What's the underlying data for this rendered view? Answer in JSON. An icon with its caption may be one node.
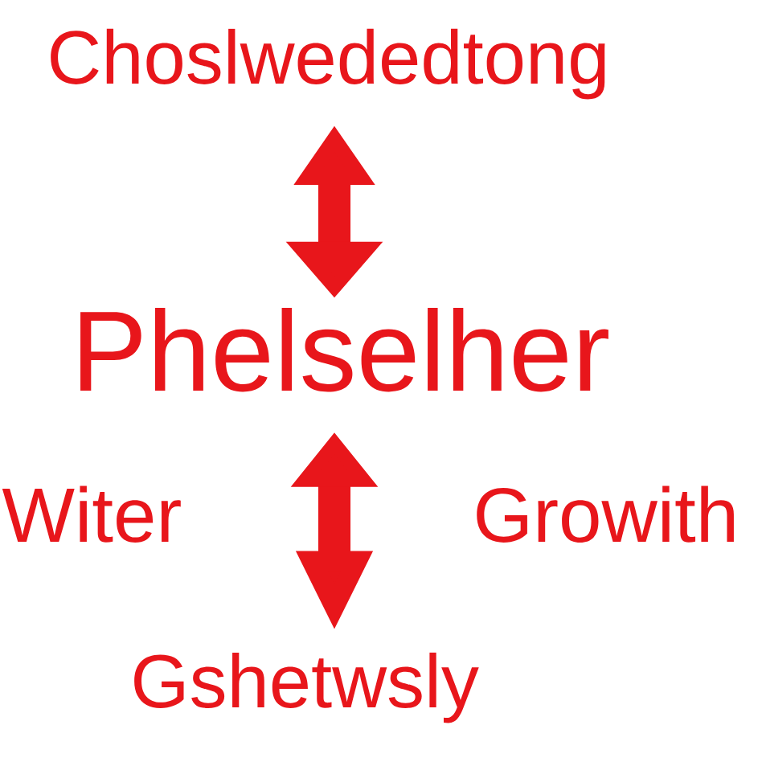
{
  "diagram": {
    "nodes": [
      {
        "text": [
          "Choslwededtong"
        ]
      },
      {
        "text": [
          "Phelselher"
        ]
      },
      {
        "text": [
          "Gshetwsly"
        ]
      }
    ],
    "edges": [
      {
        "from": 0,
        "to": 1,
        "arrow": "both"
      },
      {
        "from": 1,
        "to": 2,
        "arrow": "both"
      }
    ],
    "labels": [
      "Witer",
      "Growith"
    ]
  }
}
